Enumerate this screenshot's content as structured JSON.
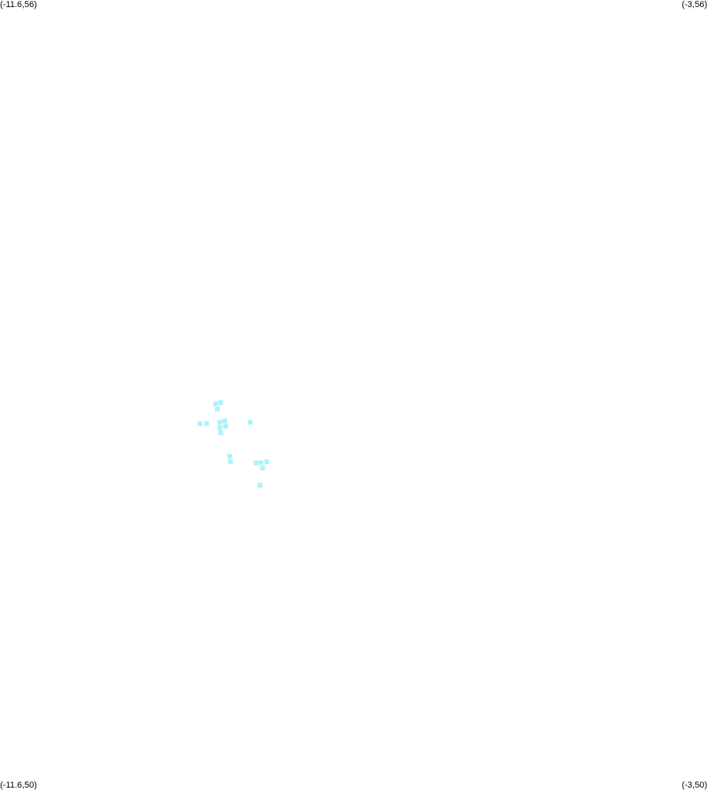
{
  "corner_labels": {
    "top_left": "(-11.6,56)",
    "top_right": "(-3,56)",
    "bottom_left": "(-11.6,50)",
    "bottom_right": "(-3,50)"
  },
  "chart_data": {
    "type": "scatter",
    "title": "",
    "xlabel": "",
    "ylabel": "",
    "xlim": [
      -11.6,
      -3
    ],
    "ylim": [
      50,
      56
    ],
    "grid": false,
    "marker": "square",
    "point_color": "#aaf4fa",
    "points": [
      {
        "x": -8.98,
        "y": 52.92
      },
      {
        "x": -8.92,
        "y": 52.93
      },
      {
        "x": -8.96,
        "y": 52.88
      },
      {
        "x": -9.17,
        "y": 52.77
      },
      {
        "x": -9.09,
        "y": 52.77
      },
      {
        "x": -8.93,
        "y": 52.78
      },
      {
        "x": -8.87,
        "y": 52.79
      },
      {
        "x": -8.86,
        "y": 52.75
      },
      {
        "x": -8.93,
        "y": 52.74
      },
      {
        "x": -8.92,
        "y": 52.7
      },
      {
        "x": -8.56,
        "y": 52.78
      },
      {
        "x": -8.81,
        "y": 52.52
      },
      {
        "x": -8.8,
        "y": 52.48
      },
      {
        "x": -8.49,
        "y": 52.47
      },
      {
        "x": -8.43,
        "y": 52.47
      },
      {
        "x": -8.36,
        "y": 52.48
      },
      {
        "x": -8.41,
        "y": 52.43
      },
      {
        "x": -8.44,
        "y": 52.3
      }
    ]
  }
}
